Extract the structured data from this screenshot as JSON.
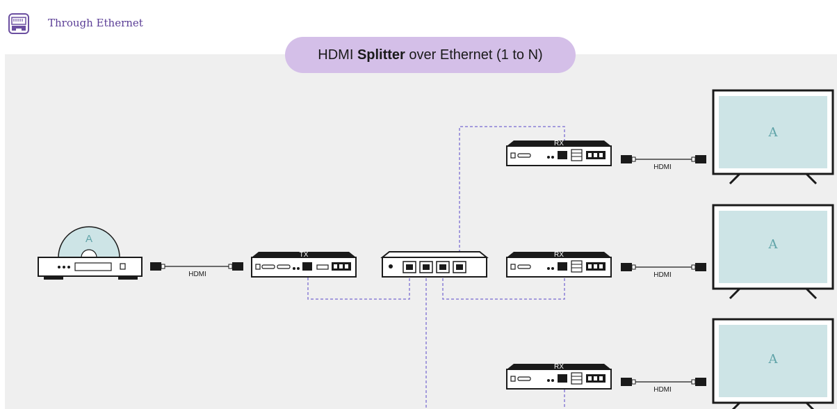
{
  "header": {
    "icon": "ethernet-port-icon",
    "title": "Through Ethernet"
  },
  "diagram": {
    "title_prefix": "HDMI ",
    "title_strong": "Splitter",
    "title_suffix": " over Ethernet (1 to N)",
    "source_disc_letter": "A",
    "cable_label": "HDMI",
    "transmitter_label": "TX",
    "receiver_label": "RX",
    "screen_letter": "A",
    "colors": {
      "accent": "#6b4fa0",
      "pill": "#d4bfe8",
      "link_dashed": "#8a7fd6",
      "screen": "#cde4e6",
      "device": "#1a1a1a"
    }
  }
}
